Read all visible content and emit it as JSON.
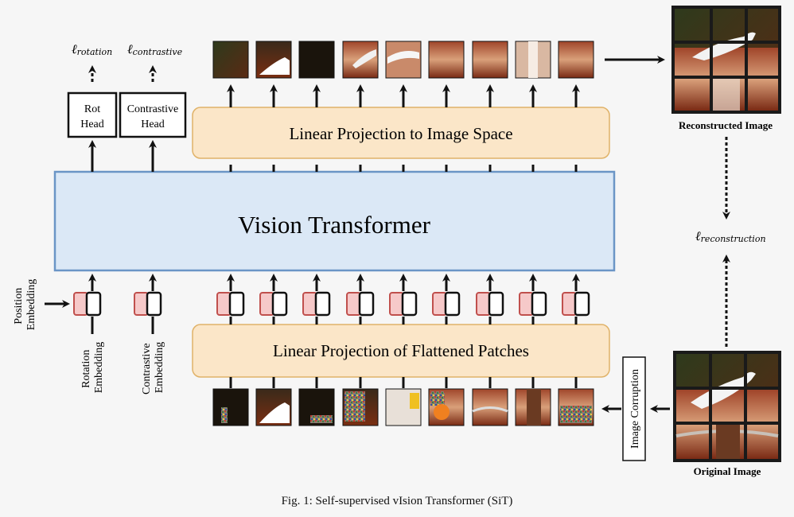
{
  "heads": {
    "rot": [
      "Rot",
      "Head"
    ],
    "contrastive": [
      "Contrastive",
      "Head"
    ]
  },
  "losses": {
    "rotation": {
      "symbol": "ℓ",
      "sub": "rotation"
    },
    "contrastive": {
      "symbol": "ℓ",
      "sub": "contrastive"
    },
    "reconstruction": {
      "symbol": "ℓ",
      "sub": "reconstruction"
    }
  },
  "blocks": {
    "transformer": "Vision Transformer",
    "proj_image": "Linear Projection to Image Space",
    "proj_patches": "Linear Projection of Flattened Patches",
    "corruption": "Image Corruption"
  },
  "embeddings": {
    "position": [
      "Position",
      "Embedding"
    ],
    "rotation": [
      "Rotation",
      "Embedding"
    ],
    "contrastive": [
      "Contrastive",
      "Embedding"
    ]
  },
  "images": {
    "reconstructed": "Reconstructed Image",
    "original": "Original Image"
  },
  "caption": "Fig. 1: Self-supervised vIsion Transformer (SiT)",
  "colors": {
    "transformer_fill": "#dbe8f6",
    "transformer_border": "#6b95c6",
    "projection_fill": "#fbe6c8",
    "projection_border": "#e0b268",
    "embed_fill": "#f6c9c9",
    "embed_border": "#c0504d",
    "arrow": "#111111"
  }
}
